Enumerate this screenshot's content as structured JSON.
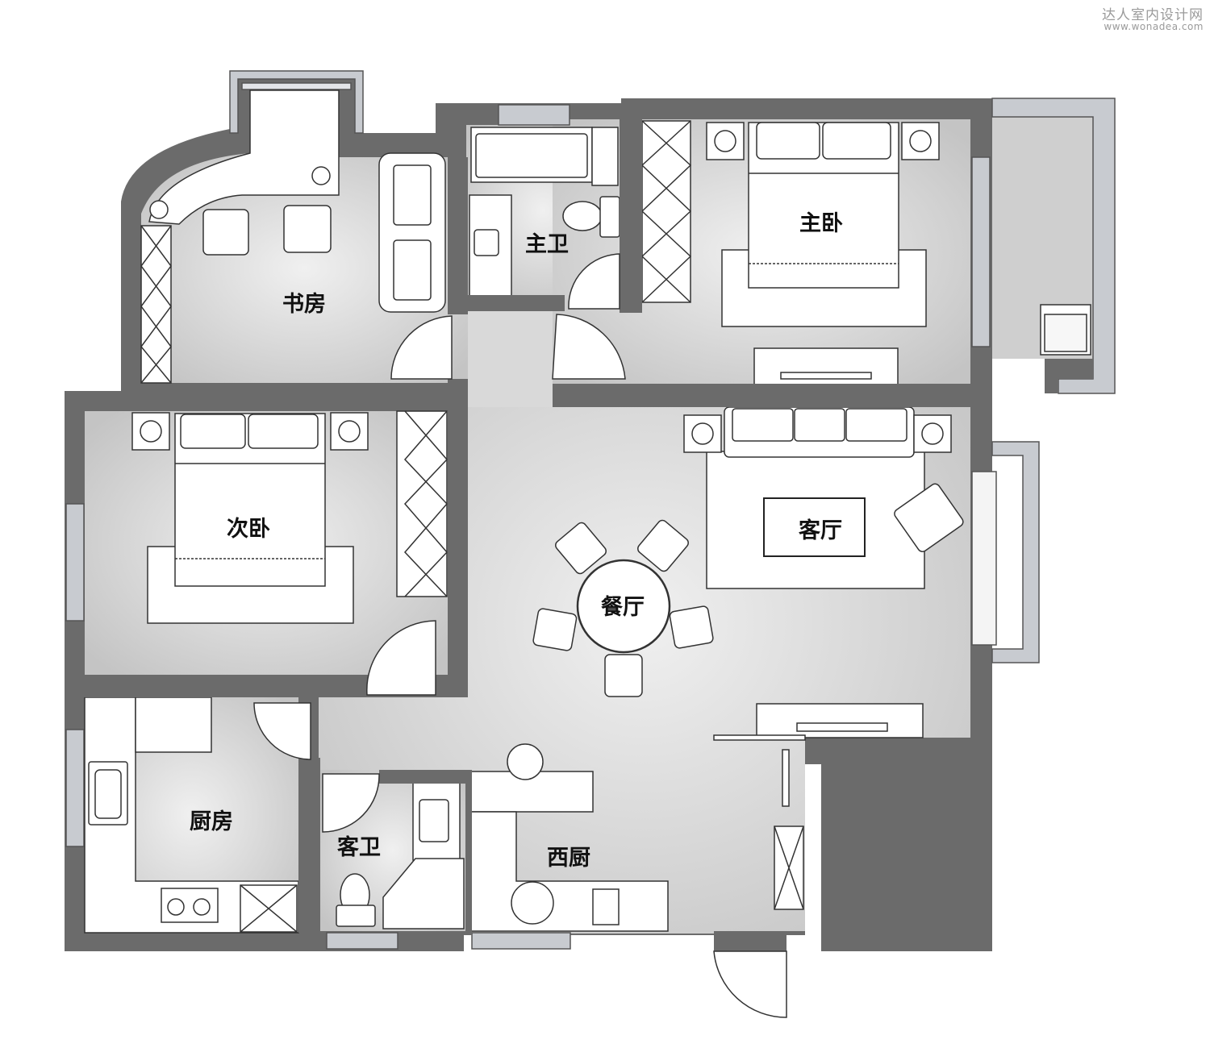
{
  "watermark": {
    "brand": "达人室内设计网",
    "url": "www.wonadea.com"
  },
  "rooms": {
    "study": "书房",
    "master_bath": "主卫",
    "master_bedroom": "主卧",
    "second_bedroom": "次卧",
    "living_room": "客厅",
    "dining_room": "餐厅",
    "kitchen": "厨房",
    "guest_bath": "客卫",
    "western_kitchen": "西厨"
  },
  "colors": {
    "wall": "#6b6b6b",
    "floor": "#d6d6d6",
    "furniture": "#ffffff",
    "line": "#333333",
    "window": "#c8cbd0"
  }
}
